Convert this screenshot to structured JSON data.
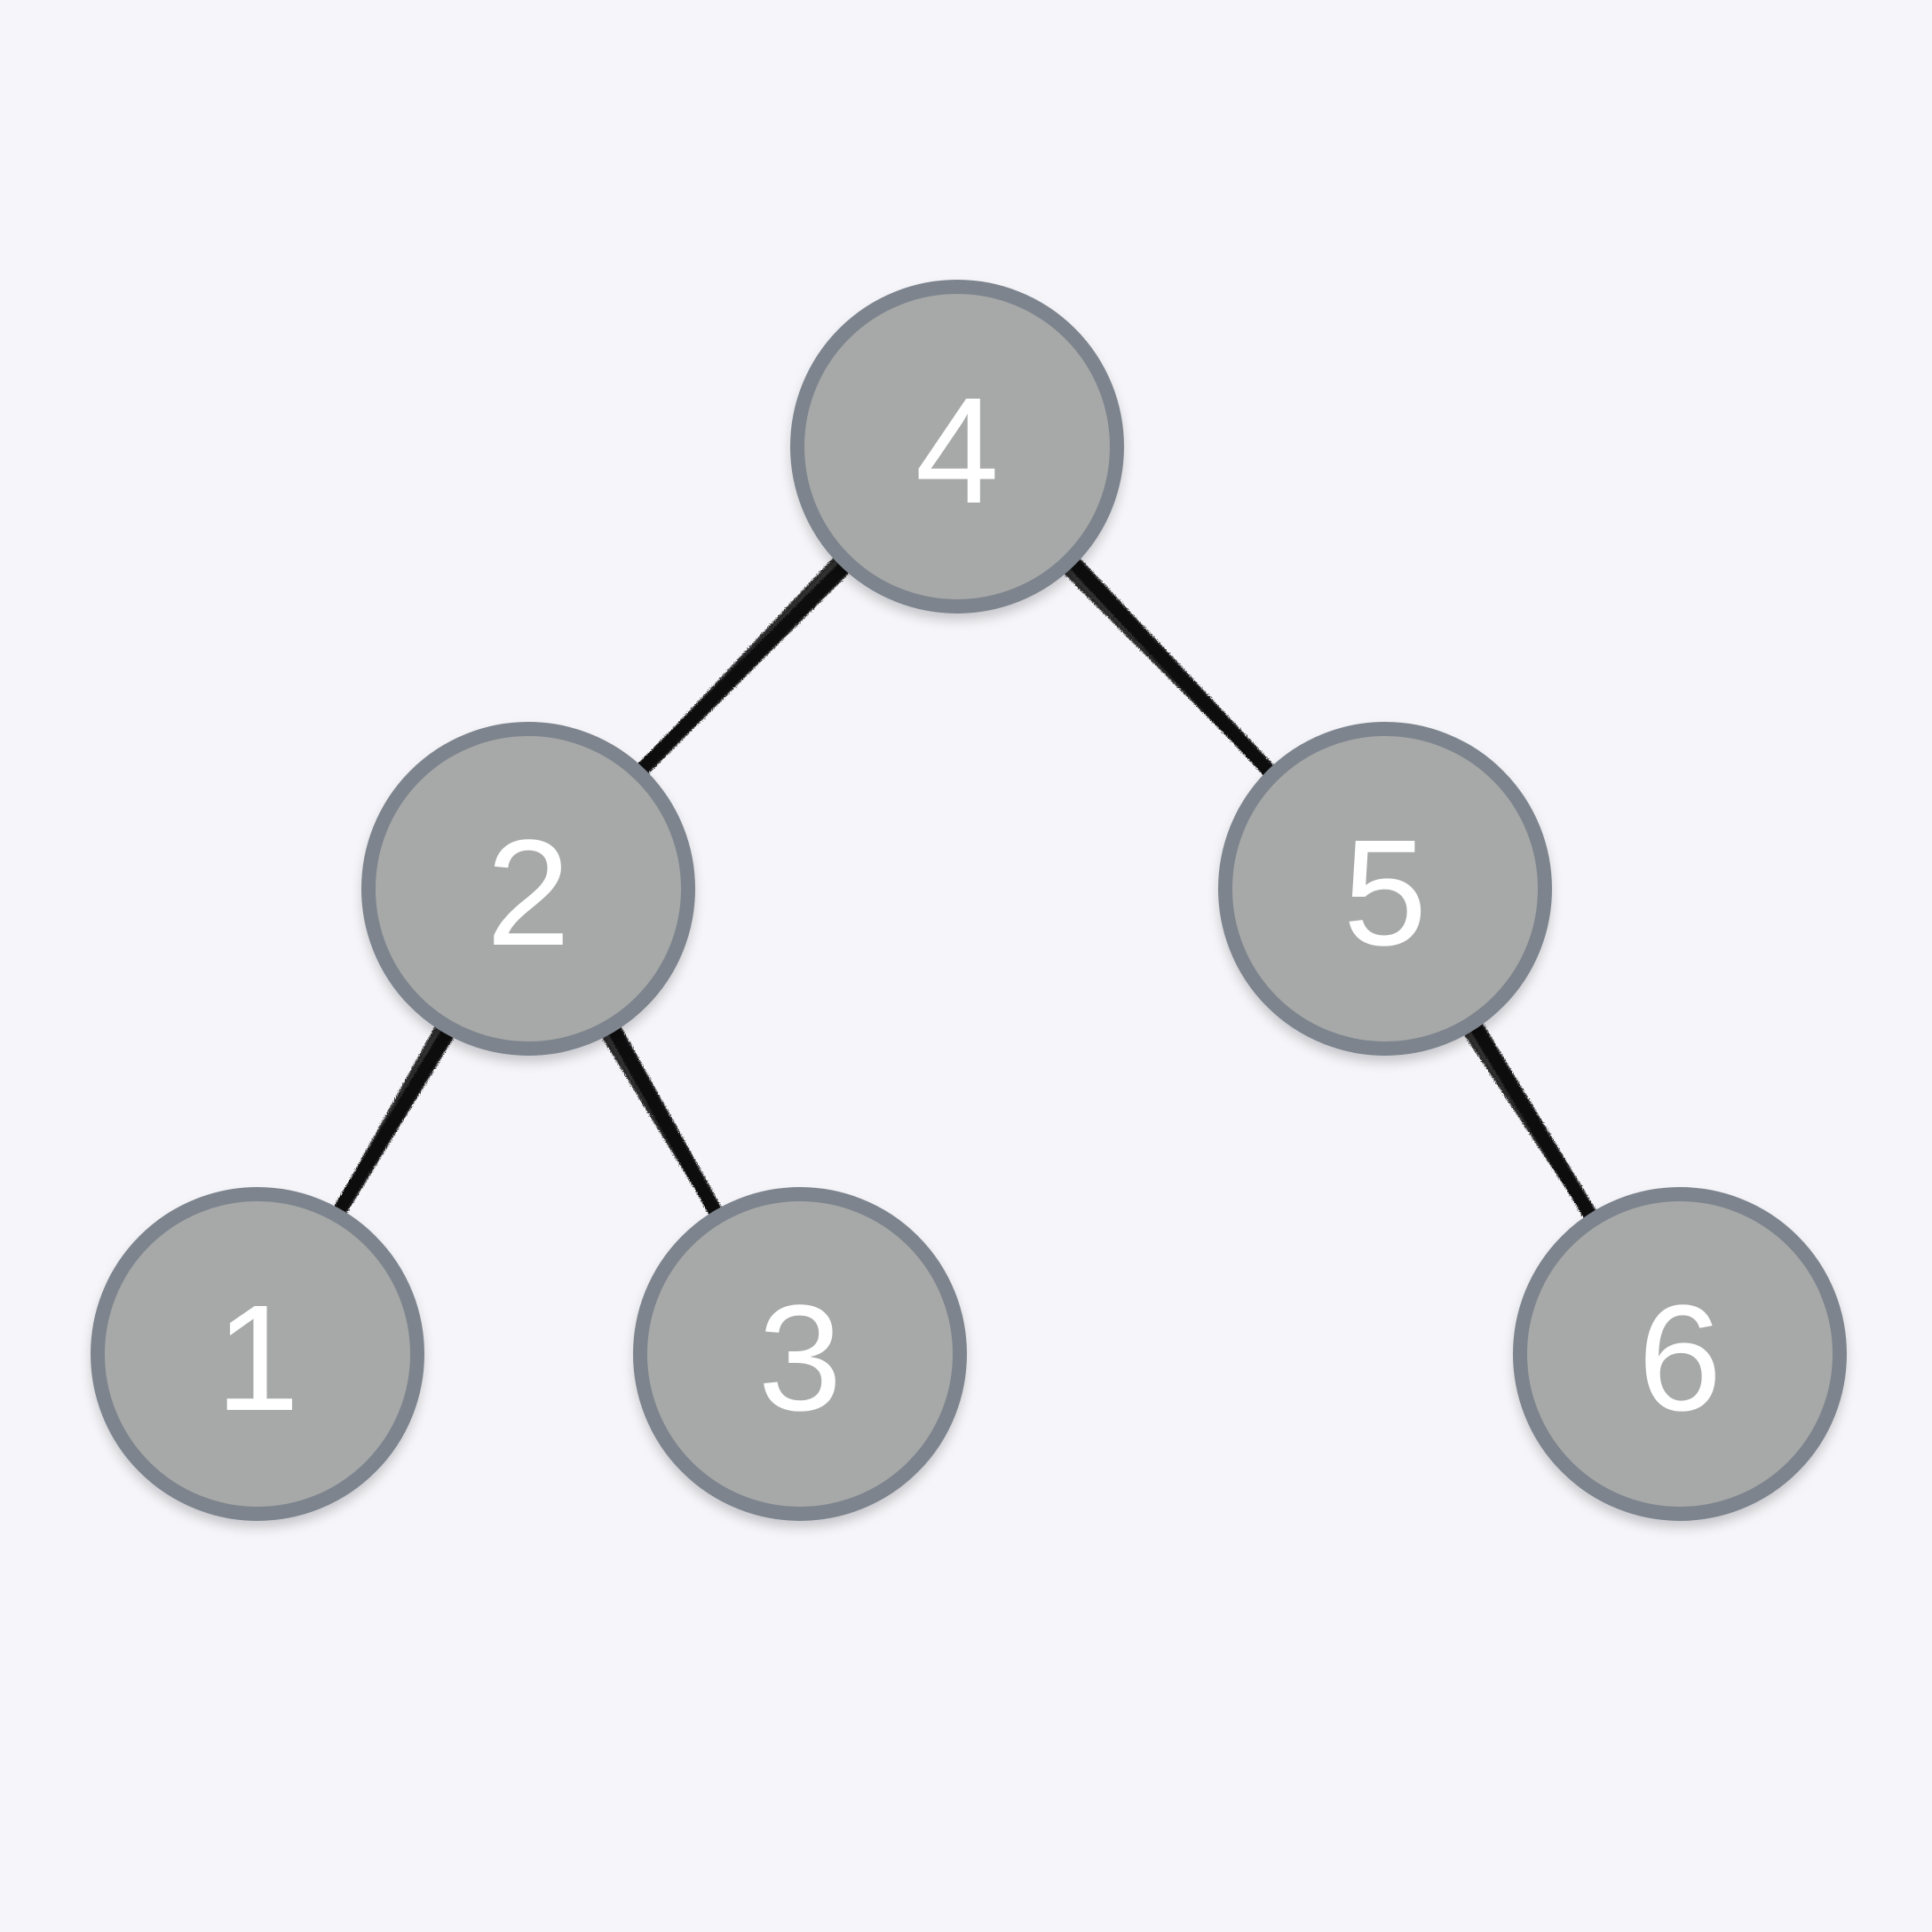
{
  "colors": {
    "background": "#f6f6fa",
    "node_fill": "#a7a9a8",
    "node_stroke": "#7d848d",
    "node_text": "#ffffff",
    "edge": "#0f0f0f"
  },
  "tree": {
    "nodes": [
      {
        "id": "n4",
        "label": "4"
      },
      {
        "id": "n2",
        "label": "2"
      },
      {
        "id": "n5",
        "label": "5"
      },
      {
        "id": "n1",
        "label": "1"
      },
      {
        "id": "n3",
        "label": "3"
      },
      {
        "id": "n6",
        "label": "6"
      }
    ],
    "edges": [
      {
        "from": "n4",
        "to": "n2"
      },
      {
        "from": "n4",
        "to": "n5"
      },
      {
        "from": "n2",
        "to": "n1"
      },
      {
        "from": "n2",
        "to": "n3"
      },
      {
        "from": "n5",
        "to": "n6"
      }
    ]
  }
}
